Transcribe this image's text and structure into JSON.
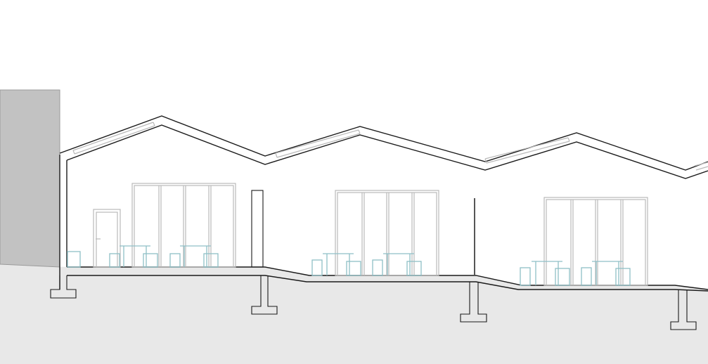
{
  "colors": {
    "background": "#ffffff",
    "ground": "#e8e8e8",
    "neighbour_building": "#c2c2c2",
    "structure_line": "#1a1a1a",
    "glazing_line": "#b9b9b9",
    "furniture_line": "#8fbfc6"
  },
  "diagram": {
    "kind": "building-section",
    "bays": 3,
    "roof": "sawtooth",
    "rooflights": 4,
    "footings": 4,
    "tables_per_bay": 2,
    "stools_per_bay": 4,
    "labels": []
  }
}
